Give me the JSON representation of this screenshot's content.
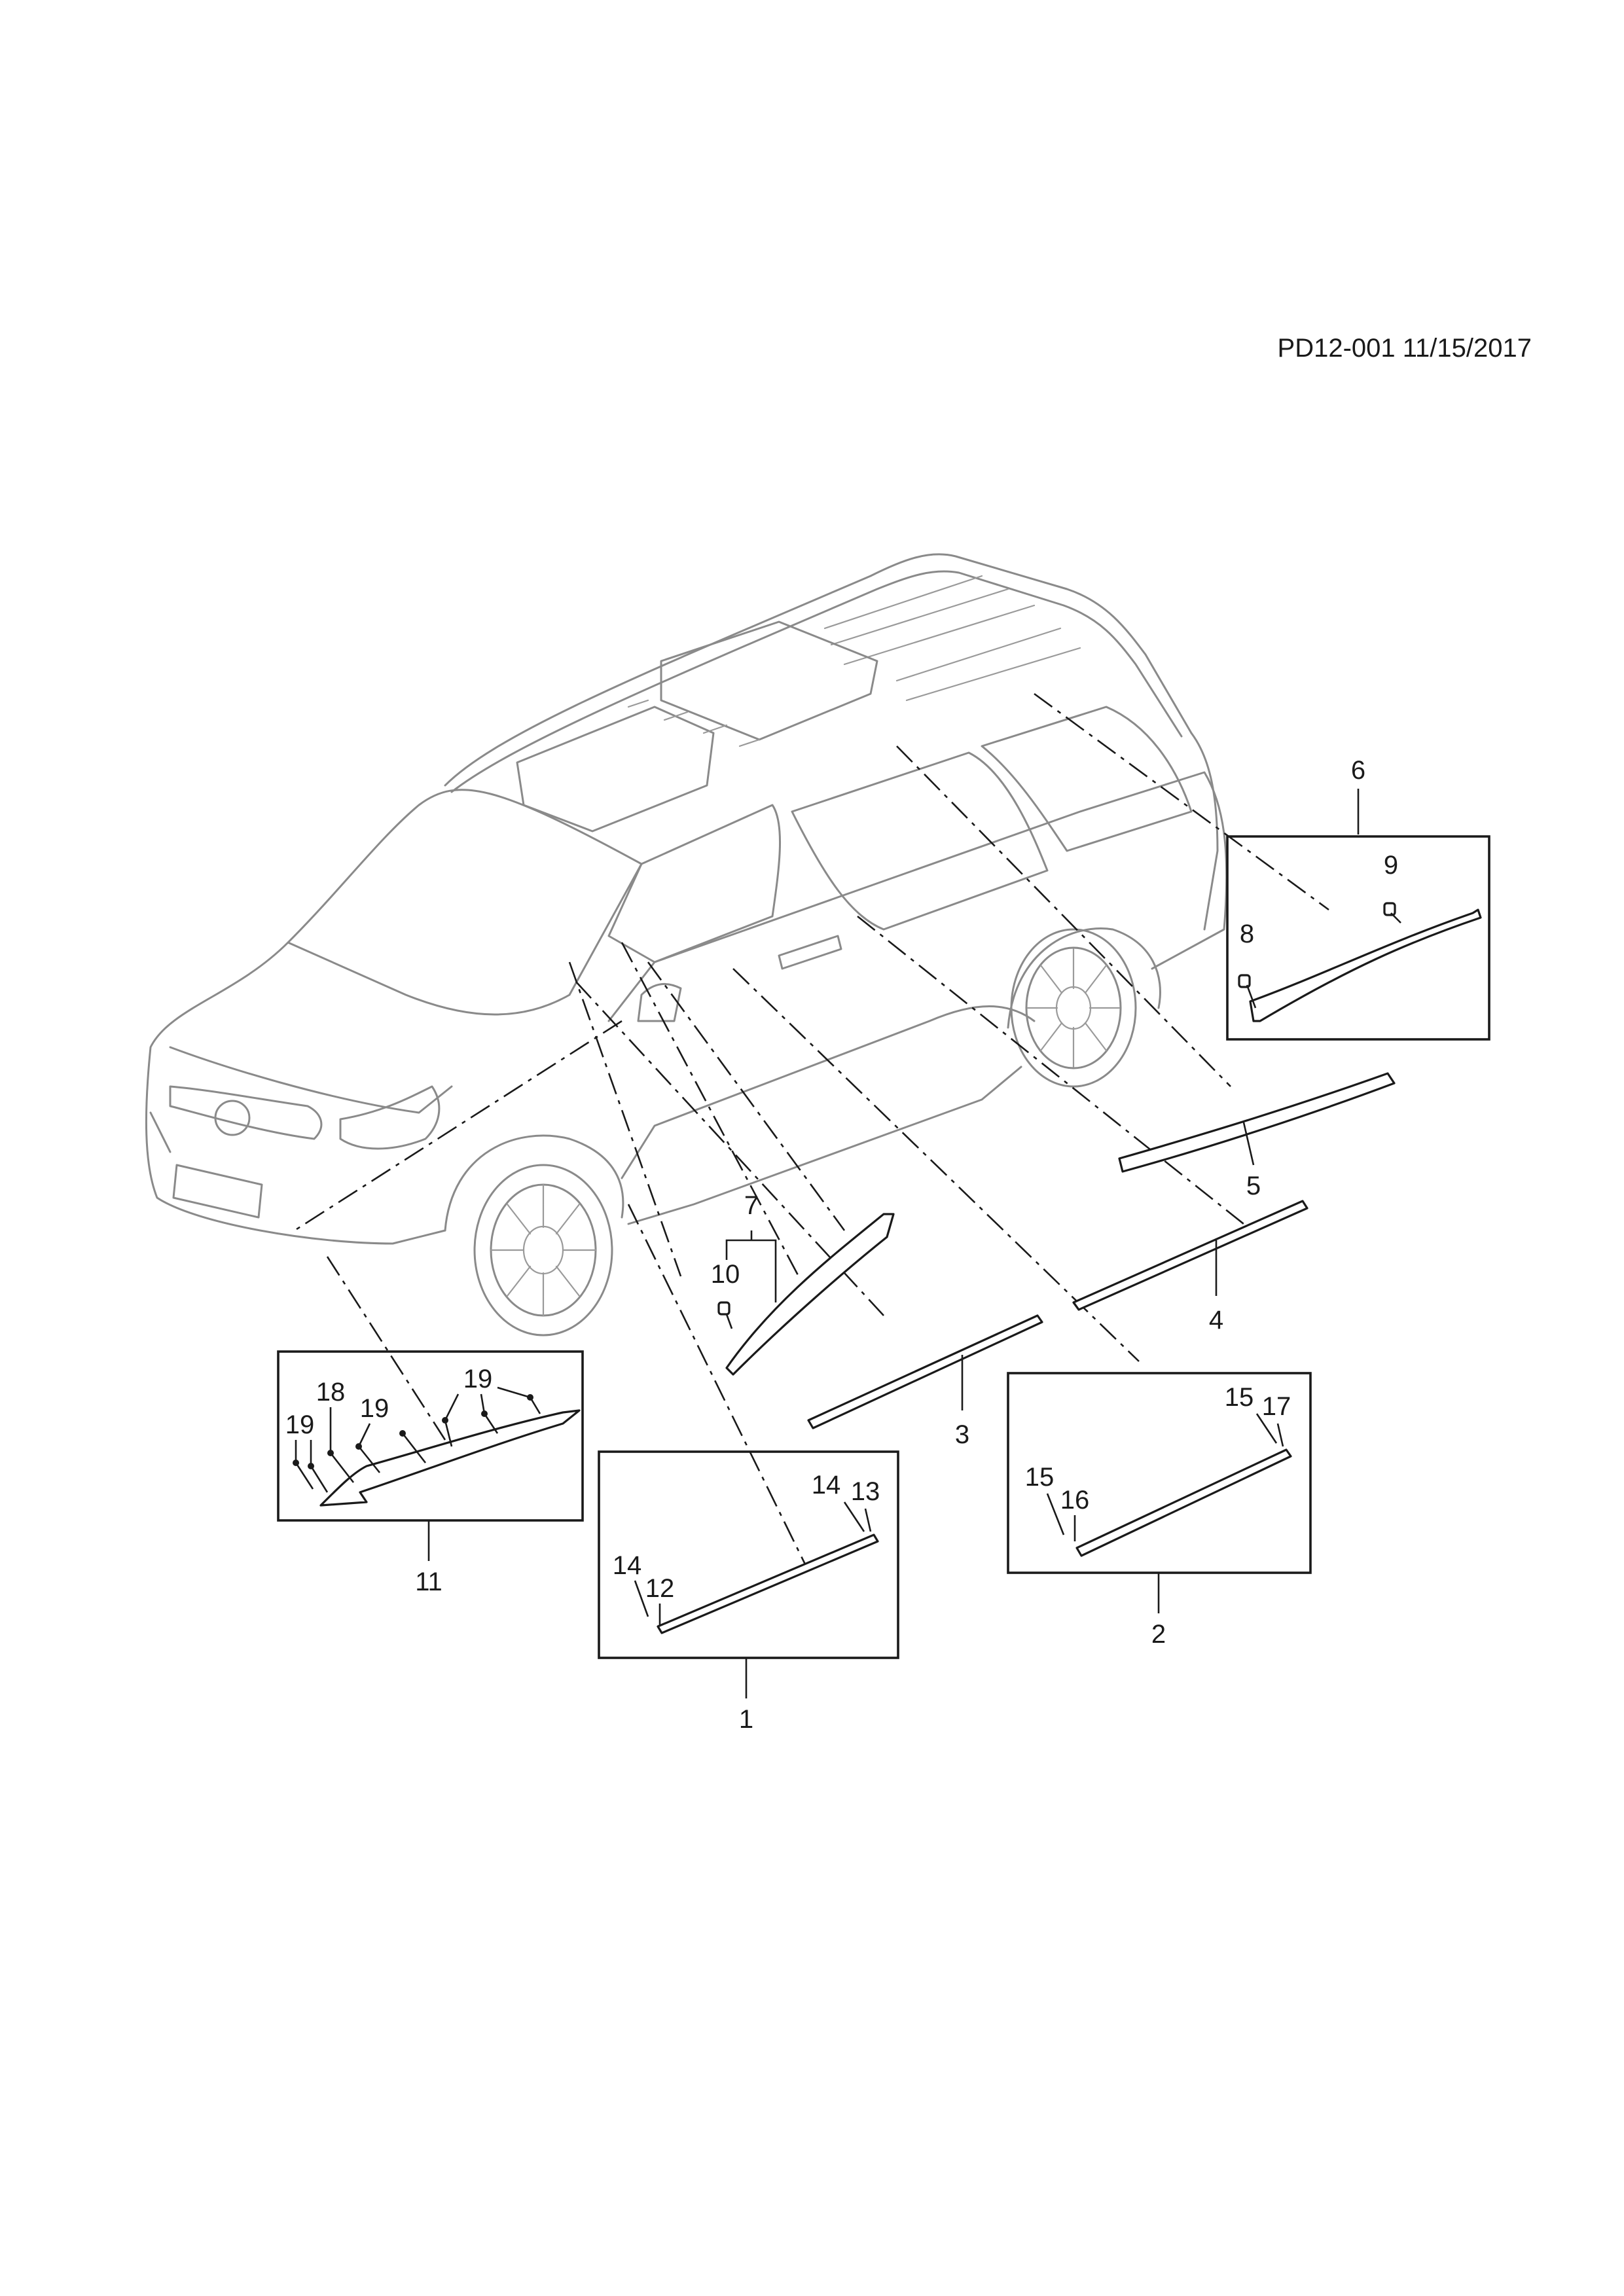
{
  "header": {
    "reference": "PD12-001 11/15/2017"
  },
  "callouts": {
    "c1": "1",
    "c2": "2",
    "c3": "3",
    "c4": "4",
    "c5": "5",
    "c6": "6",
    "c7": "7",
    "c8": "8",
    "c9": "9",
    "c10": "10",
    "c11": "11",
    "c12": "12",
    "c13": "13",
    "c14a": "14",
    "c14b": "14",
    "c15a": "15",
    "c15b": "15",
    "c16": "16",
    "c17": "17",
    "c18": "18",
    "c19a": "19",
    "c19b": "19",
    "c19c": "19"
  }
}
